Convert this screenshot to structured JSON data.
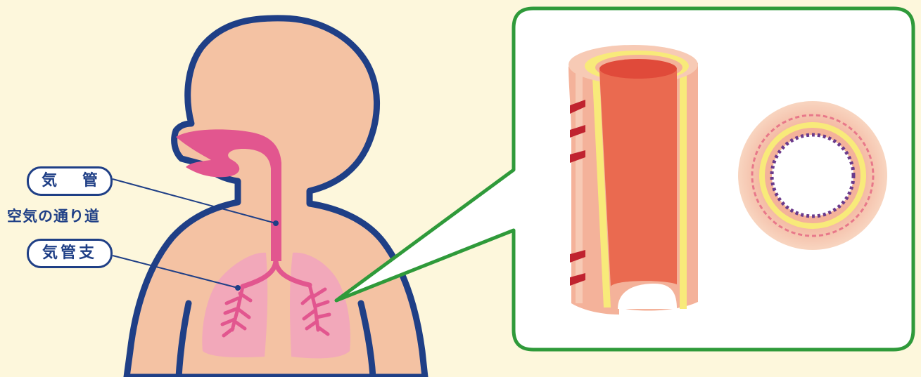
{
  "labels": {
    "trachea": "気 管",
    "airway_note": "空気の通り道",
    "bronchi": "気管支"
  },
  "colors": {
    "background": "#fdf7dc",
    "outline": "#1f3f86",
    "skin": "#f4c2a3",
    "airway": "#e2568f",
    "lung": "#f1a3be",
    "callout_border": "#2f9a3a",
    "tube_inner": "#ea6a50",
    "tube_yellow": "#f8ea7a",
    "cartilage": "#c0232f",
    "ring_dots": "#6a3a8c"
  }
}
